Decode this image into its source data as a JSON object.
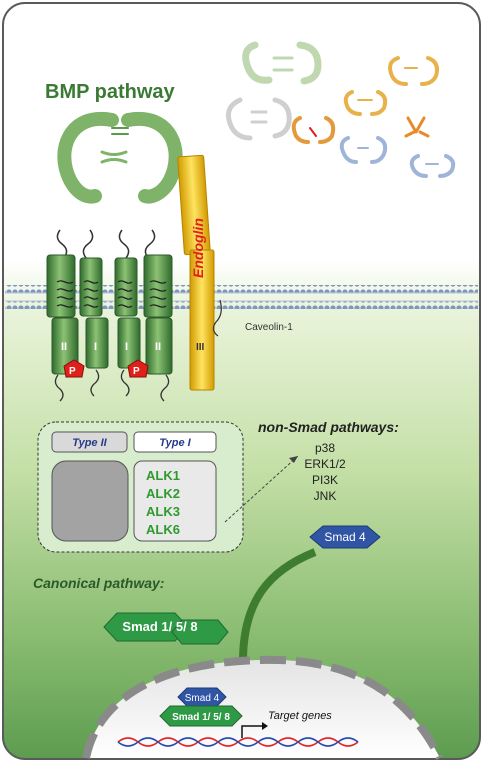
{
  "title": "BMP pathway",
  "receptor_labels": {
    "endoglin": "Endoglin",
    "endoglin_domain": "III",
    "type2_domain": "II",
    "type1_domain": "I",
    "phospho": "P"
  },
  "membrane": {
    "caveolin": "Caveolin-1"
  },
  "table": {
    "type2_header": "Type II",
    "type1_header": "Type I",
    "type1_items": [
      "ALK1",
      "ALK2",
      "ALK3",
      "ALK6"
    ]
  },
  "non_smad": {
    "title": "non-Smad pathways:",
    "items": [
      "p38",
      "ERK1/2",
      "PI3K",
      "JNK"
    ]
  },
  "smads": {
    "smad4": "Smad 4",
    "smad158": "Smad 1/ 5/ 8"
  },
  "canonical": {
    "title": "Canonical pathway:"
  },
  "nucleus": {
    "smad4": "Smad 4",
    "smad158": "Smad 1/ 5/ 8",
    "target_genes": "Target genes"
  },
  "colors": {
    "green_dark": "#3f7f3a",
    "green_mid": "#5a9a4a",
    "green_light": "#a9cf90",
    "endoglin": "#f2c20e",
    "smad4": "#2f55a4",
    "phospho": "#e0201a",
    "membrane": "#7e96c2"
  }
}
